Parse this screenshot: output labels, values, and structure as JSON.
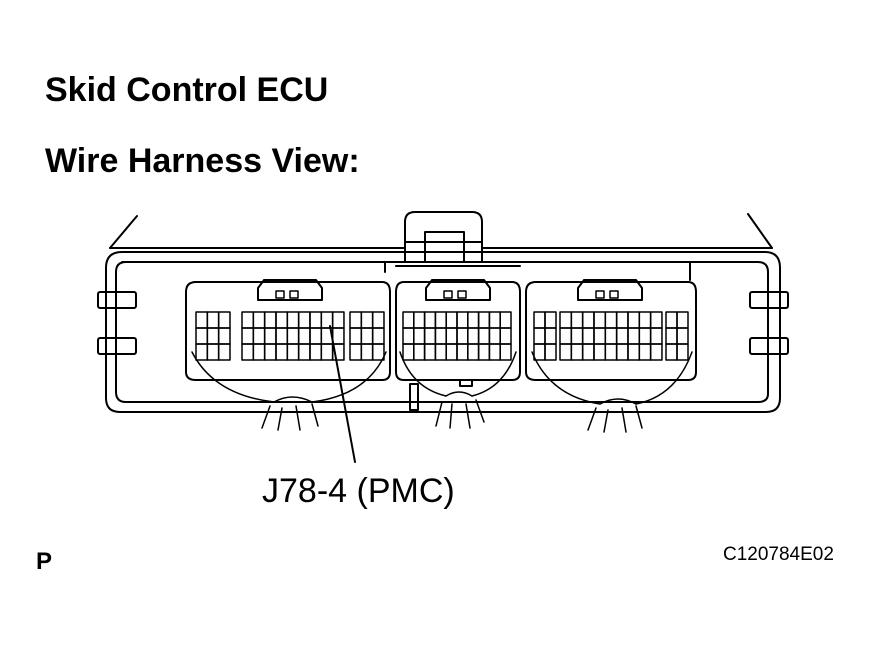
{
  "title": "Skid Control ECU",
  "subtitle": "Wire Harness View:",
  "callout_label": "J78-4 (PMC)",
  "corner_mark": "P",
  "figure_code": "C120784E02",
  "stroke_color": "#000000"
}
